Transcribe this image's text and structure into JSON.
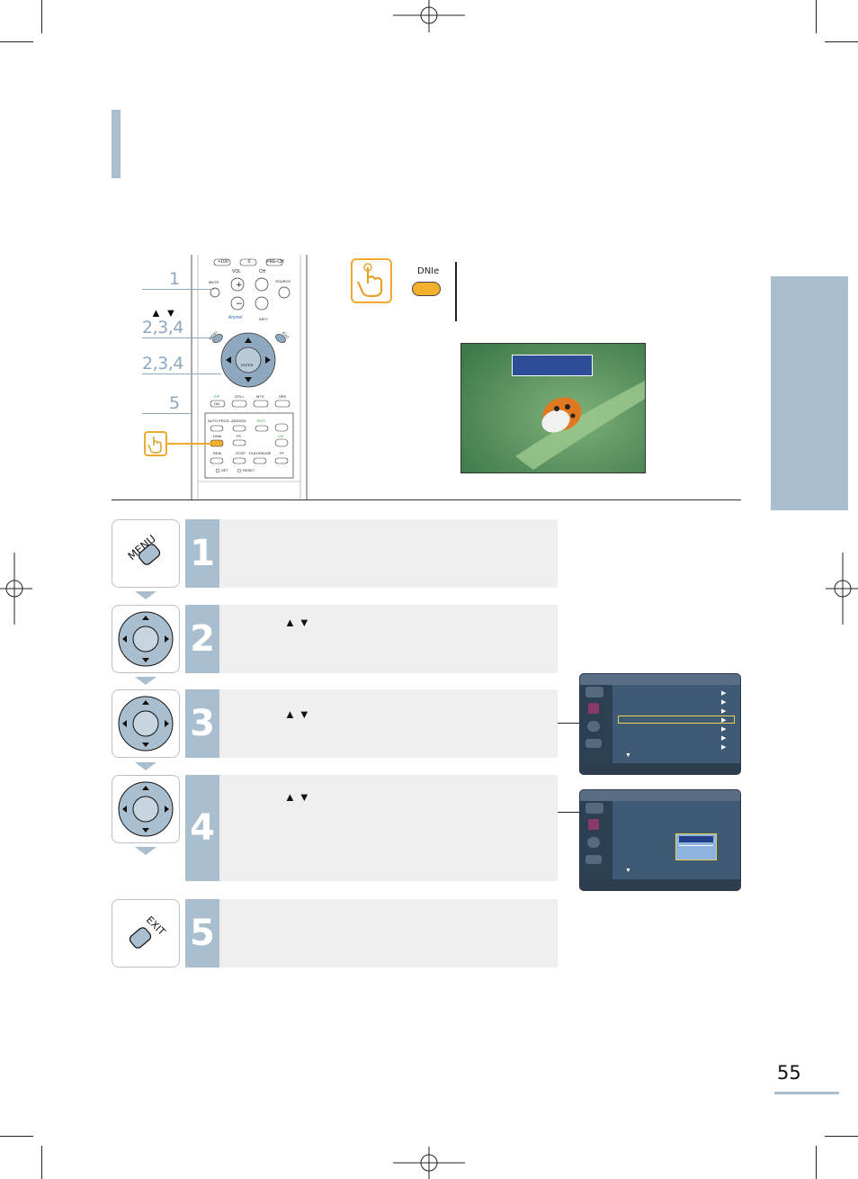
{
  "callouts": [
    "1",
    "▲ ▼",
    "2,3,4",
    "2,3,4",
    "5"
  ],
  "remote": {
    "top_buttons": [
      "+100",
      "0",
      "PRE-CH"
    ],
    "vol_label": "VOL",
    "ch_label": "CH",
    "mute_label": "MUTE",
    "source_label": "SOURCE",
    "menu_label": "MENU",
    "info_label": "INFO",
    "exit_label": "EXIT",
    "enter_label": "ENTER",
    "brand_label": "Anynet",
    "row_labels": [
      "PIP",
      "STILL",
      "MTS",
      "SRS"
    ],
    "pip_on": "ON",
    "lower_labels": [
      "AUTO PROG.",
      "ADD/DEL",
      "TEXT",
      "DNIe",
      "PC",
      "CH"
    ],
    "transport_labels": [
      "REW",
      "STOP",
      "PLAY/PAUSE",
      "FF"
    ],
    "set_label": "SET",
    "reset_label": "RESET"
  },
  "dnie": {
    "label": "DNIe"
  },
  "steps": [
    {
      "number": "1",
      "arrows": ""
    },
    {
      "number": "2",
      "arrows": "▲▼"
    },
    {
      "number": "3",
      "arrows": "▲▼"
    },
    {
      "number": "4",
      "arrows": "▲▼"
    },
    {
      "number": "5",
      "arrows": ""
    }
  ],
  "page_number": "55"
}
